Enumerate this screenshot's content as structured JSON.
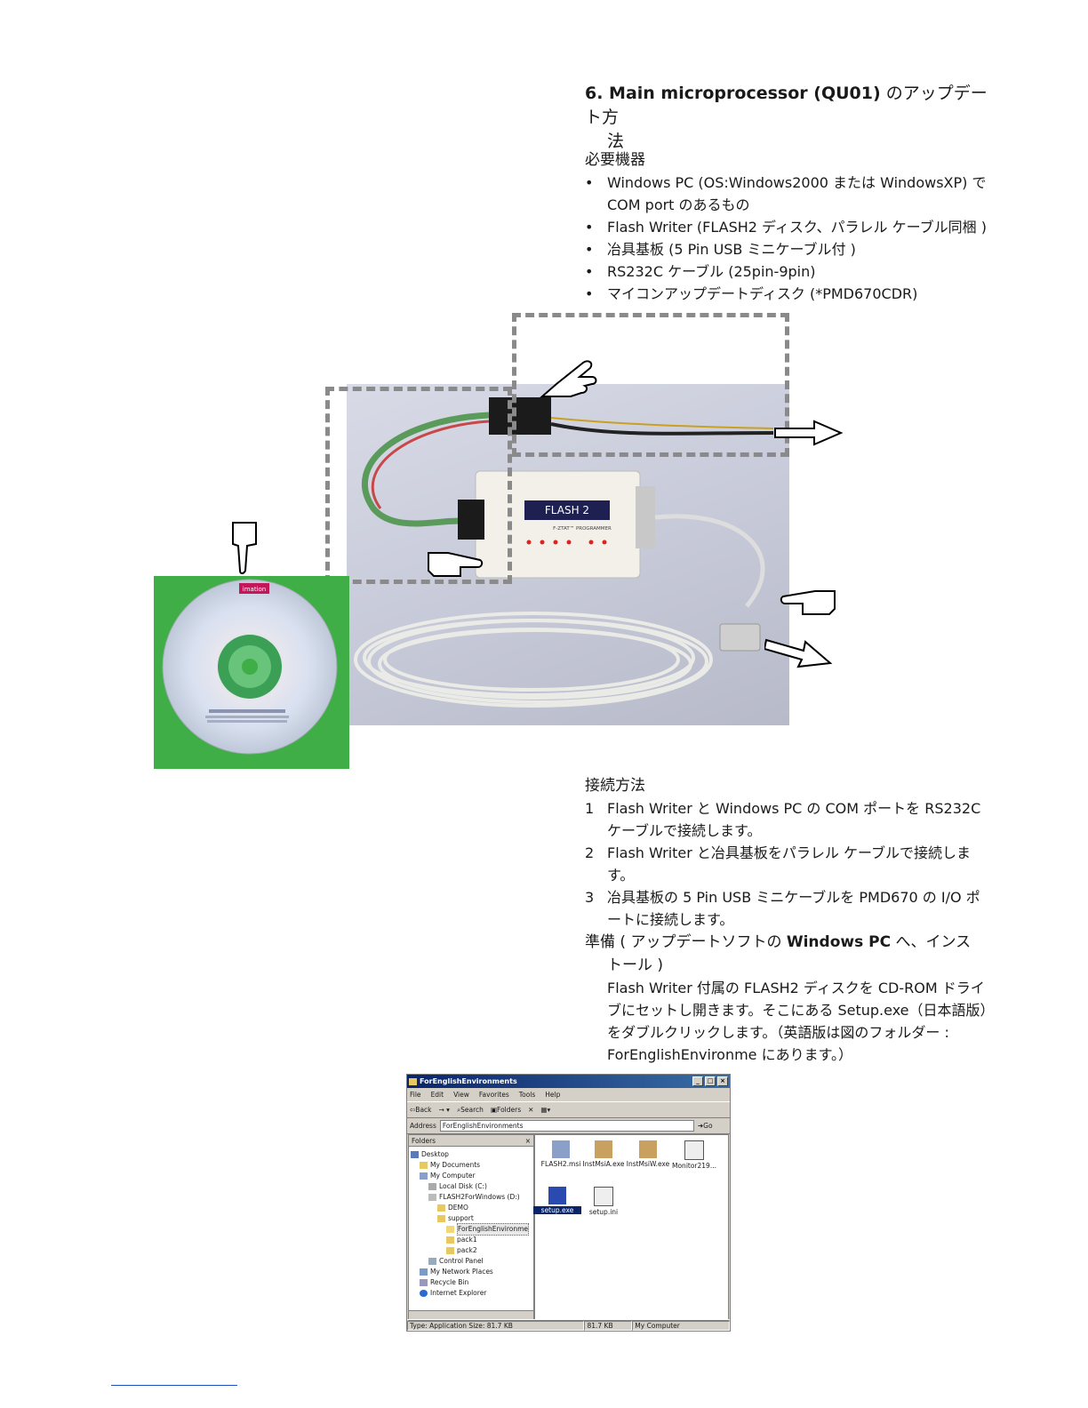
{
  "heading": {
    "number_en": "6. Main microprocessor (QU01)",
    "jp": " のアップデート方",
    "cont": "法"
  },
  "required": {
    "title": "必要機器",
    "items": [
      "Windows PC (OS:Windows2000 または WindowsXP) で COM port のあるもの",
      "Flash Writer (FLASH2 ディスク、パラレル ケーブル同梱 )",
      "冶具基板 (5 Pin USB ミニケーブル付 )",
      "RS232C ケーブル (25pin-9pin)",
      "マイコンアップデートディスク (*PMD670CDR)"
    ]
  },
  "photo": {
    "device_label": "FLASH 2",
    "device_sub": "F-ZTAT™ PROGRAMMER",
    "cd_brand": "imation"
  },
  "connection": {
    "title": "接続方法",
    "items": [
      {
        "n": "1",
        "text": "Flash Writer と Windows PC の COM ポートを RS232C ケーブルで接続します。"
      },
      {
        "n": "2",
        "text": "Flash Writer と冶具基板をパラレル ケーブルで接続します。"
      },
      {
        "n": "3",
        "text": "冶具基板の 5 Pin USB ミニケーブルを PMD670 の I/O ポートに接続します。"
      }
    ]
  },
  "prep": {
    "title_a": "準備 ( アップデートソフトの ",
    "title_b": "Windows PC",
    "title_c": " へ、インス",
    "title_cont": "トール )",
    "body": "Flash Writer 付属の FLASH2 ディスクを CD-ROM ドライブにセットし開きます。そこにある Setup.exe（日本語版）をダブルクリックします。（英語版は図のフォルダー : ForEnglishEnvironme にあります。）"
  },
  "explorer": {
    "title": "ForEnglishEnvironments",
    "menu": [
      "File",
      "Edit",
      "View",
      "Favorites",
      "Tools",
      "Help"
    ],
    "toolbar": [
      "Back",
      "Search",
      "Folders"
    ],
    "address_label": "Address",
    "address_value": "ForEnglishEnvironments",
    "go": "Go",
    "folders_label": "Folders",
    "tree": [
      {
        "label": "Desktop",
        "indent": 0
      },
      {
        "label": "My Documents",
        "indent": 1
      },
      {
        "label": "My Computer",
        "indent": 1
      },
      {
        "label": "Local Disk (C:)",
        "indent": 2
      },
      {
        "label": "FLASH2ForWindows (D:)",
        "indent": 2
      },
      {
        "label": "DEMO",
        "indent": 3
      },
      {
        "label": "support",
        "indent": 3
      },
      {
        "label": "ForEnglishEnvironme",
        "indent": 4
      },
      {
        "label": "pack1",
        "indent": 4
      },
      {
        "label": "pack2",
        "indent": 4
      },
      {
        "label": "Control Panel",
        "indent": 2
      },
      {
        "label": "My Network Places",
        "indent": 1
      },
      {
        "label": "Recycle Bin",
        "indent": 1
      },
      {
        "label": "Internet Explorer",
        "indent": 1
      }
    ],
    "files": [
      "FLASH2.msi",
      "InstMsiA.exe",
      "InstMsiW.exe",
      "Monitor219...",
      "setup.exe",
      "setup.ini"
    ],
    "status": [
      "Type: Application Size: 81.7 KB",
      "81.7 KB",
      "My Computer"
    ]
  }
}
